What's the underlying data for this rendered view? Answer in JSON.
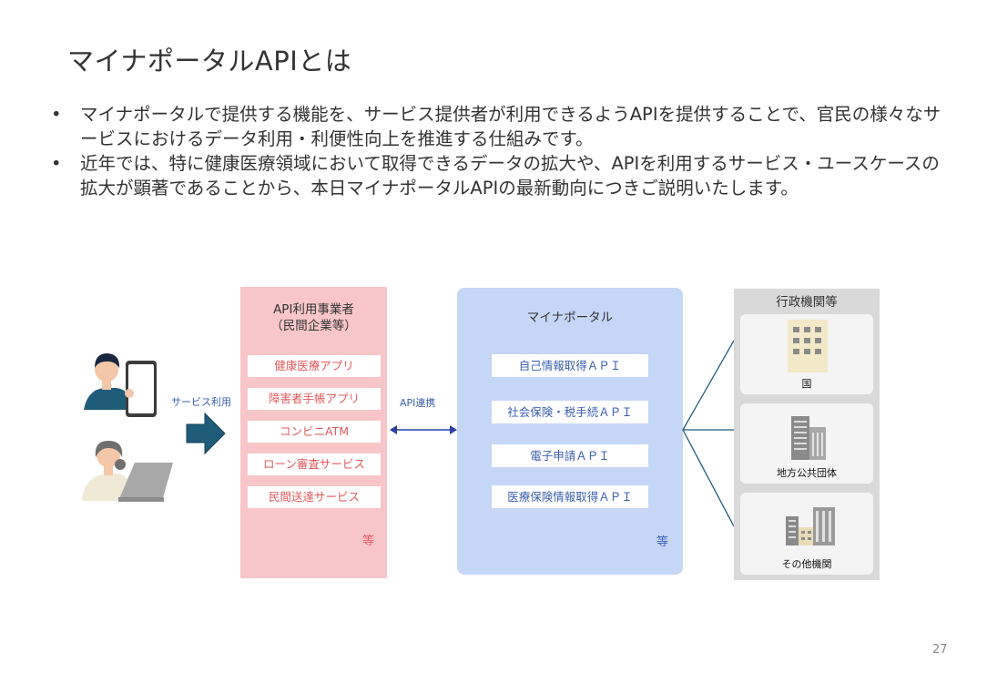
{
  "title": "マイナポータルAPIとは",
  "bullets": [
    "マイナポータルで提供する機能を、サービス提供者が利用できるようAPIを提供することで、官民の様々なサービスにおけるデータ利用・利便性向上を推進する仕組みです。",
    "近年では、特に健康医療領域において取得できるデータの拡大や、APIを利用するサービス・ユースケースの拡大が顕著であることから、本日マイナポータルAPIの最新動向につきご説明いたします。"
  ],
  "bullet_marker": "•",
  "left_panel": {
    "title_line1": "API利用事業者",
    "title_line2": "（民間企業等）",
    "items": [
      "健康医療アプリ",
      "障害者手帳アプリ",
      "コンビニATM",
      "ローン審査サービス",
      "民間送達サービス"
    ],
    "etc": "等"
  },
  "mid_panel": {
    "title": "マイナポータル",
    "items": [
      "自己情報取得ＡＰＩ",
      "社会保険・税手続ＡＰＩ",
      "電子申請ＡＰＩ",
      "医療保険情報取得ＡＰＩ"
    ],
    "etc": "等"
  },
  "right_panel": {
    "title": "行政機関等",
    "items": [
      "国",
      "地方公共団体",
      "その他機関"
    ]
  },
  "service_label": "サービス利用",
  "api_label": "API連携",
  "page_number": "27",
  "colors": {
    "left_panel_bg": "#f8c6c8",
    "left_text": "#e05a5f",
    "mid_panel_bg": "#c5d6f6",
    "mid_text": "#3a5fb0",
    "right_panel_bg": "#d9d9d9",
    "arrow_fill": "#1f5c7a",
    "connector": "#1f5c7a"
  }
}
